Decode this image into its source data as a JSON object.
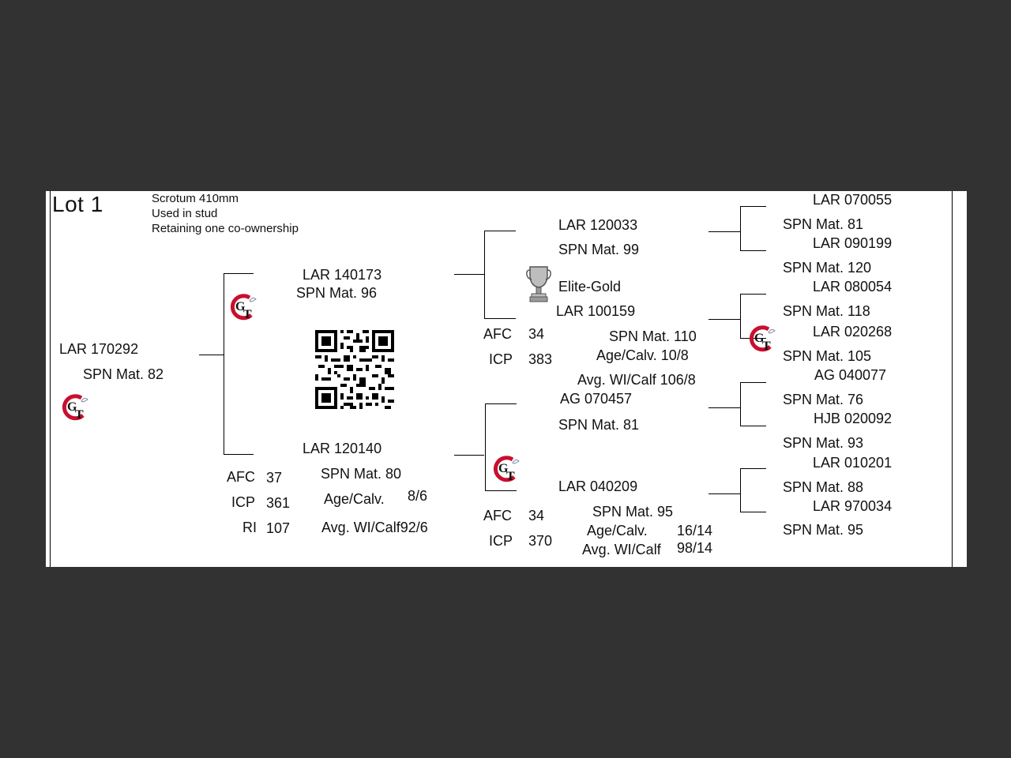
{
  "lot": {
    "title": "Lot 1",
    "notes": [
      "Scrotum 410mm",
      "Used in stud",
      "Retaining one co-ownership"
    ]
  },
  "subject": {
    "id": "LAR 170292",
    "spn": "SPN Mat. 82",
    "logo_icon": "gt-brand-logo"
  },
  "sire": {
    "id": "LAR 140173",
    "spn": "SPN Mat. 96",
    "logo_icon": "gt-brand-logo",
    "qr_icon": "qr-code-icon"
  },
  "dam": {
    "id": "LAR 120140",
    "spn": "SPN Mat. 80",
    "stats": [
      {
        "label": "AFC",
        "value": "37"
      },
      {
        "label": "ICP",
        "value": "361"
      },
      {
        "label": "RI",
        "value": "107"
      }
    ],
    "age_calv_label": "Age/Calv.",
    "age_calv_value": "8/6",
    "avg_wi_calf": "Avg. WI/Calf92/6"
  },
  "sire_sire": {
    "id": "LAR 120033",
    "spn": "SPN Mat. 99"
  },
  "sire_dam": {
    "award": "Elite-Gold",
    "award_icon": "trophy-icon",
    "id": "LAR 100159",
    "spn": "SPN Mat. 110",
    "afc_label": "AFC",
    "afc_value": "34",
    "icp_label": "ICP",
    "icp_value": "383",
    "age_calv": "Age/Calv.  10/8",
    "avg_wi_calf": "Avg. WI/Calf  106/8"
  },
  "dam_sire": {
    "id": "AG  070457",
    "spn": "SPN Mat. 81",
    "logo_icon": "gt-brand-logo"
  },
  "dam_dam": {
    "id": "LAR 040209",
    "spn": "SPN Mat. 95",
    "afc_label": "AFC",
    "afc_value": "34",
    "icp_label": "ICP",
    "icp_value": "370",
    "age_calv_label": "Age/Calv.",
    "age_calv_value": "16/14",
    "avg_wi_calf_label": "Avg. WI/Calf",
    "avg_wi_calf_value": "98/14"
  },
  "great_grandparents": [
    {
      "id": "LAR 070055",
      "spn": "SPN Mat. 81"
    },
    {
      "id": "LAR 090199",
      "spn": "SPN Mat. 120"
    },
    {
      "id": "LAR 080054",
      "spn": "SPN Mat. 118"
    },
    {
      "id": "LAR 020268",
      "spn": "SPN Mat. 105"
    },
    {
      "id": "AG  040077",
      "spn": "SPN Mat. 76"
    },
    {
      "id": "HJB 020092",
      "spn": "SPN Mat. 93"
    },
    {
      "id": "LAR 010201",
      "spn": "SPN Mat. 88"
    },
    {
      "id": "LAR 970034",
      "spn": "SPN Mat. 95"
    }
  ],
  "ggp_logo_icon": "gt-brand-logo"
}
